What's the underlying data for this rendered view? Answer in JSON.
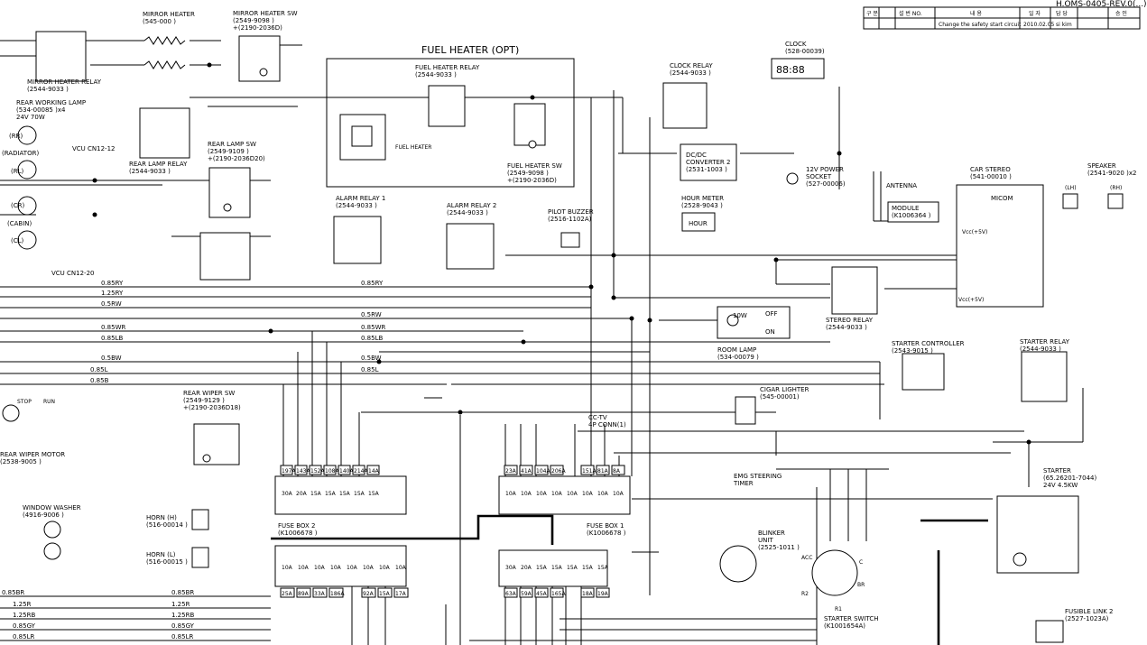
{
  "doc_ref": "H.OMS-0405-REV.0(...)",
  "revision_table": {
    "headers": [
      "구 분",
      "설 번 NO.",
      "내 용",
      "일 자",
      "담 당",
      "승 인"
    ],
    "row": [
      "",
      "",
      "Change the safety start circuit",
      "2010.02.05",
      "si kim",
      ""
    ]
  },
  "blocks": [
    {
      "key": "mirror_heater",
      "lines": [
        "MIRROR HEATER",
        "(545-000   )"
      ]
    },
    {
      "key": "mirror_heater_sw",
      "lines": [
        "MIRROR HEATER SW",
        "(2549-9098 )",
        "+(2190-2036D)"
      ]
    },
    {
      "key": "mirror_heater_relay",
      "lines": [
        "MIRROR HEATER RELAY",
        "(2544-9033 )"
      ]
    },
    {
      "key": "fuel_heater",
      "lines": [
        "FUEL HEATER (OPT)"
      ]
    },
    {
      "key": "fuel_heater_relay",
      "lines": [
        "FUEL HEATER RELAY",
        "(2544-9033 )"
      ]
    },
    {
      "key": "fuel_heater_sw",
      "lines": [
        "FUEL HEATER SW",
        "(2549-9098 )",
        "+(2190-2036D)"
      ]
    },
    {
      "key": "fuel_heater_label",
      "lines": [
        "FUEL HEATER"
      ]
    },
    {
      "key": "clock",
      "lines": [
        "CLOCK",
        "(528-00039)"
      ]
    },
    {
      "key": "clock_relay",
      "lines": [
        "CLOCK RELAY",
        "(2544-9033 )"
      ]
    },
    {
      "key": "rear_working_lamp",
      "lines": [
        "REAR WORKING LAMP",
        "(534-00085 )x4",
        "24V 70W"
      ]
    },
    {
      "key": "rear_lamp_relay",
      "lines": [
        "REAR LAMP RELAY",
        "(2544-9033 )"
      ]
    },
    {
      "key": "rear_lamp_sw",
      "lines": [
        "REAR LAMP SW",
        "(2549-9109 )",
        "+(2190-2036D20)"
      ]
    },
    {
      "key": "dcdc",
      "lines": [
        "DC/DC",
        "CONVERTER 2",
        "(2531-1003 )"
      ]
    },
    {
      "key": "power_socket",
      "lines": [
        "12V POWER",
        "SOCKET",
        "(527-00006)"
      ]
    },
    {
      "key": "car_stereo",
      "lines": [
        "CAR STEREO",
        "(541-00010 )"
      ]
    },
    {
      "key": "speaker",
      "lines": [
        "SPEAKER",
        "(2541-9020 )x2"
      ]
    },
    {
      "key": "antenna",
      "lines": [
        "ANTENNA"
      ]
    },
    {
      "key": "module",
      "lines": [
        "MODULE",
        "(K1006364 )"
      ]
    },
    {
      "key": "alarm_relay_1",
      "lines": [
        "ALARM RELAY 1",
        "(2544-9033 )"
      ]
    },
    {
      "key": "alarm_relay_2",
      "lines": [
        "ALARM RELAY 2",
        "(2544-9033 )"
      ]
    },
    {
      "key": "pilot_buzzer",
      "lines": [
        "PILOT BUZZER",
        "(2516-1102A)"
      ]
    },
    {
      "key": "hour_meter",
      "lines": [
        "HOUR METER",
        "(2528-9043 )"
      ]
    },
    {
      "key": "stereo_relay",
      "lines": [
        "STEREO RELAY",
        "(2544-9033 )"
      ]
    },
    {
      "key": "room_lamp",
      "lines": [
        "ROOM LAMP",
        "(534-00079 )"
      ]
    },
    {
      "key": "starter_controller",
      "lines": [
        "STARTER CONTROLLER",
        "(2543-9015 )"
      ]
    },
    {
      "key": "starter_relay",
      "lines": [
        "STARTER RELAY",
        "(2544-9033 )"
      ]
    },
    {
      "key": "cigar_lighter",
      "lines": [
        "CIGAR LIGHTER",
        "(545-00001)"
      ]
    },
    {
      "key": "cctv",
      "lines": [
        "CC-TV",
        "4P CONN(1)"
      ]
    },
    {
      "key": "emg_steering",
      "lines": [
        "EMG STEERING",
        "TIMER"
      ]
    },
    {
      "key": "starter",
      "lines": [
        "STARTER",
        "(65.26201-7044)",
        "24V 4.5KW"
      ]
    },
    {
      "key": "rear_wiper_sw",
      "lines": [
        "REAR WIPER SW",
        "(2549-9129 )",
        "+(2190-2036D18)"
      ]
    },
    {
      "key": "rear_wiper_motor",
      "lines": [
        "REAR WIPER MOTOR",
        "(2538-9005 )"
      ]
    },
    {
      "key": "window_washer",
      "lines": [
        "WINDOW WASHER",
        "(4916-9006 )"
      ]
    },
    {
      "key": "horn_h",
      "lines": [
        "HORN (H)",
        "(516-00014 )"
      ]
    },
    {
      "key": "horn_l",
      "lines": [
        "HORN (L)",
        "(516-00015 )"
      ]
    },
    {
      "key": "fuse_box_2",
      "lines": [
        "FUSE BOX 2",
        "(K1006678 )"
      ]
    },
    {
      "key": "fuse_box_1",
      "lines": [
        "FUSE BOX 1",
        "(K1006678 )"
      ]
    },
    {
      "key": "blinker_unit",
      "lines": [
        "BLINKER",
        "UNIT",
        "(2525-1011 )"
      ]
    },
    {
      "key": "starter_switch",
      "lines": [
        "STARTER SWITCH",
        "(K1001654A)"
      ]
    },
    {
      "key": "fusible_link",
      "lines": [
        "FUSIBLE LINK 2",
        "(2527-1023A)"
      ]
    },
    {
      "key": "vcu_cn12_12",
      "lines": [
        "VCU CN12-12"
      ]
    },
    {
      "key": "vcu_cn12_20",
      "lines": [
        "VCU CN12-20"
      ]
    }
  ],
  "lamp_labels": [
    "(RR)",
    "(RADIATOR)",
    "(RL)",
    "(CR)",
    "(CABIN)",
    "(CL)"
  ],
  "clock_digits": "88:88",
  "misc_labels": {
    "micom": "MICOM",
    "vcc": "Vcc(+5V)",
    "hour": "HOUR",
    "lh": "(LH)",
    "rh": "(RH)",
    "acc": "ACC",
    "br": "BR",
    "r1": "R1",
    "r2": "R2",
    "c": "C",
    "stop": "STOP",
    "run": "RUN",
    "off": "OFF",
    "on": "ON",
    "lamp_10w": "10W"
  },
  "bus_left": [
    "0.85RY",
    "1.25RY",
    "0.5RW",
    "0.85WR",
    "0.85LB",
    "0.5BW",
    "0.85L",
    "0.85B"
  ],
  "bus_bottom_left": [
    "0.85BR",
    "1.25R",
    "1.25RB",
    "0.85GY",
    "0.85LR"
  ],
  "fuse_box_2": {
    "top_codes": [
      "197A",
      "143A",
      "152A",
      "108A",
      "140A",
      "214A",
      "14A"
    ],
    "top_amps": [
      "30A",
      "20A",
      "15A",
      "15A",
      "15A",
      "15A",
      "15A"
    ],
    "bottom_codes": [
      "25A",
      "89A",
      "33A",
      "186A",
      "",
      "92A",
      "15A",
      "17A"
    ],
    "bottom_amps": [
      "10A",
      "10A",
      "10A",
      "10A",
      "10A",
      "10A",
      "10A",
      "10A"
    ]
  },
  "fuse_box_1": {
    "top_codes": [
      "23A",
      "41A",
      "104A",
      "206A",
      "",
      "151A",
      "81A",
      "8A"
    ],
    "top_amps": [
      "10A",
      "10A",
      "10A",
      "10A",
      "10A",
      "10A",
      "10A",
      "10A"
    ],
    "bottom_codes": [
      "63A",
      "59A",
      "45A",
      "165A",
      "",
      "18A",
      "19A"
    ],
    "bottom_amps": [
      "30A",
      "20A",
      "15A",
      "15A",
      "15A",
      "15A",
      "15A"
    ]
  }
}
